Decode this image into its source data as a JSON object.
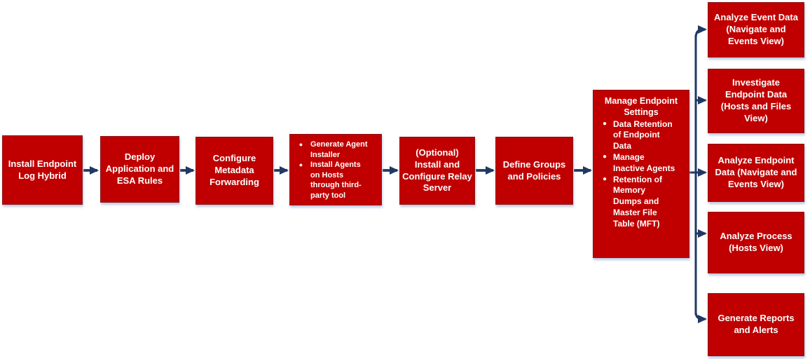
{
  "diagram": {
    "colors": {
      "box_fill": "#c00000",
      "box_border": "#8e1518",
      "arrow": "#1f3864",
      "text": "#ffffff",
      "background": "#ffffff"
    },
    "main_flow": [
      {
        "label": "Install Endpoint\nLog Hybrid"
      },
      {
        "label": "Deploy\nApplication and\nESA Rules"
      },
      {
        "label": "Configure\nMetadata\nForwarding"
      },
      {
        "bullets": [
          "Generate Agent\nInstaller",
          "Install Agents\non Hosts\nthrough third-\nparty tool"
        ]
      },
      {
        "label": "(Optional)\nInstall and\nConfigure Relay\nServer"
      },
      {
        "label": "Define Groups\nand Policies"
      },
      {
        "title": "Manage Endpoint\nSettings",
        "bullets": [
          "Data Retention\nof Endpoint\nData",
          "Manage\nInactive Agents",
          "Retention of\nMemory\nDumps and\nMaster File\nTable (MFT)"
        ]
      }
    ],
    "outcomes": [
      {
        "label": "Analyze Event Data\n(Navigate and\nEvents View)"
      },
      {
        "label": "Investigate\nEndpoint Data\n(Hosts and Files\nView)"
      },
      {
        "label": "Analyze Endpoint\nData (Navigate and\nEvents View)"
      },
      {
        "label": "Analyze Process\n(Hosts View)"
      },
      {
        "label": "Generate Reports\nand Alerts"
      }
    ],
    "bullet_glyph": "●"
  }
}
